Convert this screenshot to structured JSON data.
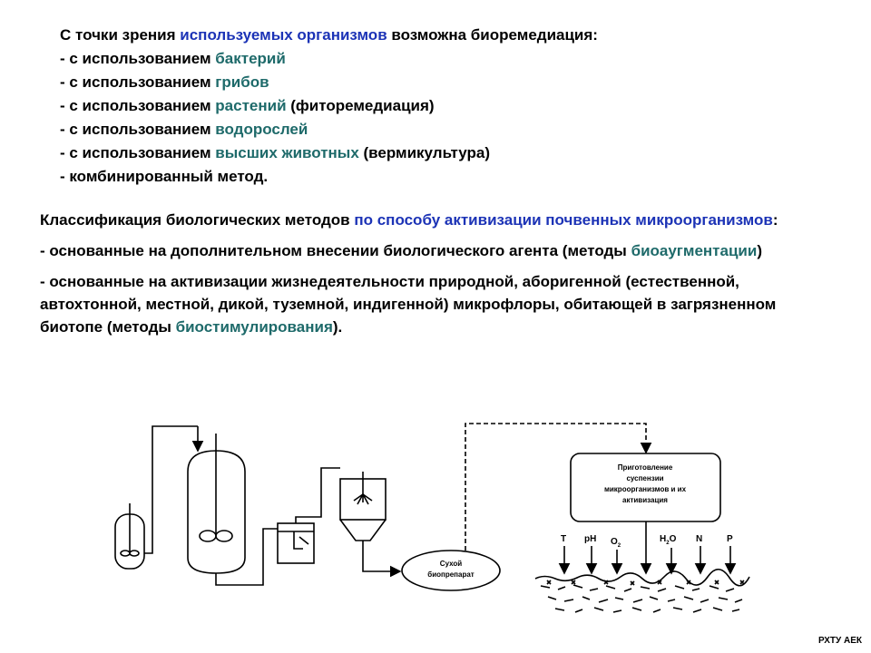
{
  "organisms": {
    "lines": [
      [
        {
          "t": "С точки зрения "
        },
        {
          "t": "используемых организмов",
          "c": "blue"
        },
        {
          "t": " возможна биоремедиация:"
        }
      ],
      [
        {
          "t": "- с использованием "
        },
        {
          "t": "бактерий",
          "c": "teal"
        }
      ],
      [
        {
          "t": "- с использованием "
        },
        {
          "t": "грибов",
          "c": "teal"
        }
      ],
      [
        {
          "t": "- с использованием "
        },
        {
          "t": "растений",
          "c": "teal"
        },
        {
          "t": " (фиторемедиация)"
        }
      ],
      [
        {
          "t": "- с использованием "
        },
        {
          "t": "водорослей",
          "c": "teal"
        }
      ],
      [
        {
          "t": "- с использованием "
        },
        {
          "t": "высших животных",
          "c": "teal"
        },
        {
          "t": " (вермикультура)"
        }
      ],
      [
        {
          "t": "- комбинированный метод."
        }
      ]
    ]
  },
  "classification": {
    "paragraphs": [
      [
        {
          "t": "Классификация биологических методов "
        },
        {
          "t": "по способу активизации почвенных микроорганизмов",
          "c": "blue"
        },
        {
          "t": ":"
        }
      ],
      [
        {
          "t": "- основанные на дополнительном внесении биологического агента (методы "
        },
        {
          "t": "биоаугментации",
          "c": "teal"
        },
        {
          "t": ")"
        }
      ],
      [
        {
          "t": "- основанные на активизации жизнедеятельности природной, аборигенной (естественной, автохтонной, местной, дикой, туземной, индигенной) микрофлоры, обитающей в загрязненном биотопе (методы "
        },
        {
          "t": "биостимулирования",
          "c": "teal"
        },
        {
          "t": ")."
        }
      ]
    ]
  },
  "diagram": {
    "dry_product_line1": "Сухой",
    "dry_product_line2": "биопрепарат",
    "prep_line1": "Приготовление",
    "prep_line2": "суспензии",
    "prep_line3": "микроорганизмов и их",
    "prep_line4": "активизация",
    "factors": {
      "t": "T",
      "ph": "pH",
      "o": "O",
      "o_sub": "2",
      "h": "H",
      "h_sub": "2",
      "h_o": "O",
      "n": "N",
      "p": "P"
    }
  },
  "footer": "РХТУ АЕК",
  "colors": {
    "blue": "#1c33b6",
    "teal": "#1e6a6a"
  }
}
